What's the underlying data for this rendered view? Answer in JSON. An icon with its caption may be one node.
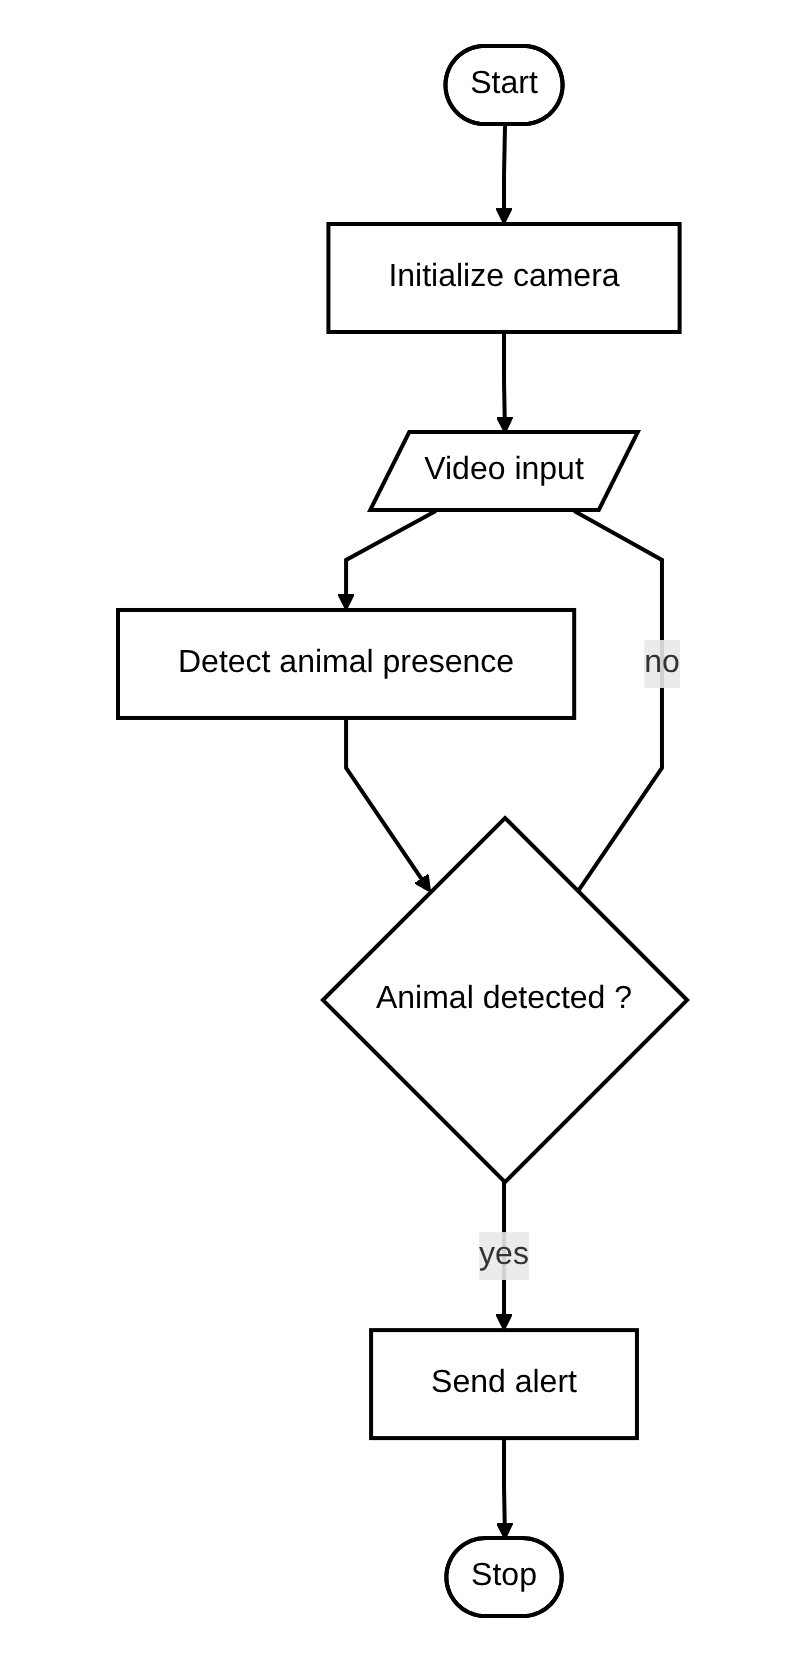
{
  "diagram": {
    "nodes": [
      {
        "text": [
          "Start"
        ]
      },
      {
        "text": [
          "Initialize camera"
        ]
      },
      {
        "text": [
          "Video input"
        ]
      },
      {
        "text": [
          "Detect animal presence"
        ]
      },
      {
        "text": [
          "Animal detected ?"
        ]
      },
      {
        "text": [
          "Send alert"
        ]
      },
      {
        "text": [
          "Stop"
        ]
      }
    ],
    "edges": [
      {
        "from": 0,
        "to": 1,
        "arrow": "to"
      },
      {
        "from": 1,
        "to": 2,
        "arrow": "to"
      },
      {
        "from": 2,
        "to": 3,
        "arrow": "to"
      },
      {
        "from": 3,
        "to": 4,
        "arrow": "to"
      },
      {
        "from": 4,
        "to": 5,
        "arrow": "to",
        "label": "yes"
      },
      {
        "from": 4,
        "to": 2,
        "arrow": "none",
        "label": "no"
      },
      {
        "from": 5,
        "to": 6,
        "arrow": "to"
      }
    ]
  }
}
